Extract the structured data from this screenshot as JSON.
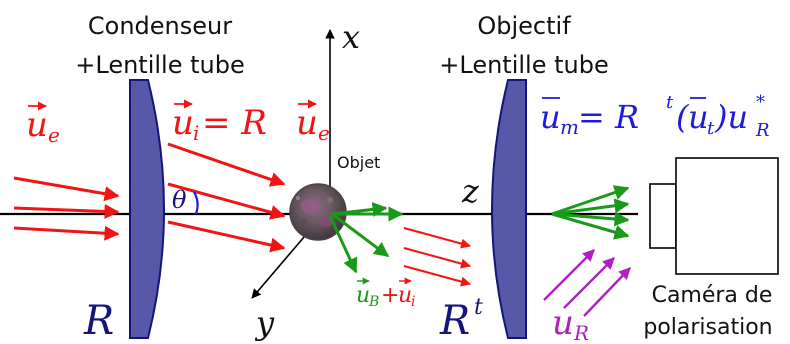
{
  "labels": {
    "condenser_line1": "Condenseur",
    "condenser_line2": "+Lentille tube",
    "objective_line1": "Objectif",
    "objective_line2": "+Lentille tube",
    "object": "Objet",
    "camera_line1": "Caméra de",
    "camera_line2": "polarisation"
  },
  "math": {
    "u_e": "u",
    "u_e_sub": "e",
    "u_i_lhs": "u",
    "u_i_lhs_sub": "i",
    "u_i_eq": " = R",
    "u_i_rhs": "u",
    "u_i_rhs_sub": "e",
    "u_m": "u",
    "u_m_sub": "m",
    "u_m_eq": " = R",
    "u_m_sup_t": "t",
    "u_m_paren_open": "(",
    "u_m_inner": "u",
    "u_m_inner_sub": "t",
    "u_m_paren_close": ")u",
    "u_m_tail_sup": "*",
    "u_m_tail_sub": "R",
    "R": "R",
    "R_t": "R",
    "R_t_sup": "t",
    "u_R": "u",
    "u_R_sub": "R",
    "u_B": "u",
    "u_B_sub": "B",
    "plus": "+",
    "u_i2": "u",
    "u_i2_sub": "i",
    "theta": "θ",
    "axis_x": "x",
    "axis_y": "y",
    "axis_z": "z"
  },
  "colors": {
    "red": "#f01414",
    "green": "#1a9a1a",
    "blue": "#1c1cdc",
    "magenta": "#b020c0",
    "lens_fill": "#5858a8",
    "navy": "#14147a",
    "black": "#000000"
  }
}
